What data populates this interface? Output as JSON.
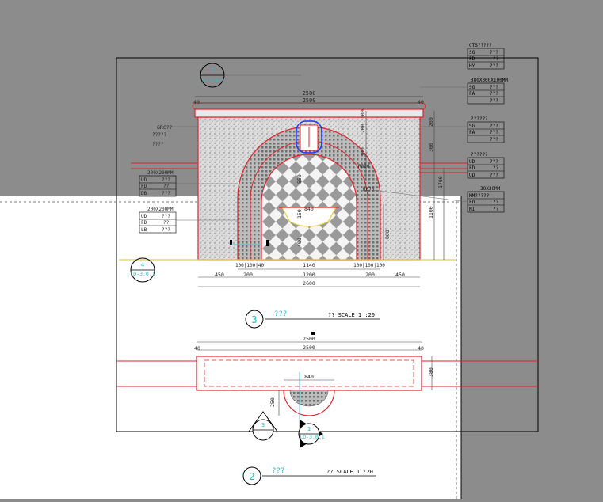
{
  "colors": {
    "background": "#8c8c8c",
    "paper": "#ffffff",
    "frame": "#000000",
    "outline": "#e0242a",
    "dimension": "#444444",
    "cyan_text": "#19c3cc",
    "blue_marker": "#1a3cff",
    "yellow": "#e8d23a"
  },
  "callout_top": {
    "number": "3",
    "ref": "LD-3.0.1"
  },
  "callout_left": {
    "number": "4",
    "ref": "LD-3.0.1"
  },
  "section_mark_left": {
    "number": "3",
    "ref": ""
  },
  "section_mark_right": {
    "number": "1",
    "ref": "LD-3.0.1"
  },
  "elevation": {
    "dim_top_total": "2500",
    "dim_top_inner": "2500",
    "dim_side_left": "40",
    "dim_side_right": "40",
    "dim_heights": [
      "100",
      "200",
      "100",
      "300",
      "100"
    ],
    "dim_right_stack": [
      "200",
      "100",
      "300",
      "1700",
      "1100"
    ],
    "dim_arch_labels": {
      "r800": "R800",
      "r670": "R670",
      "d550": "550",
      "d840": "840",
      "d150": "150",
      "d400": "400",
      "d800": "800"
    },
    "bottom_row1": [
      "100",
      "100",
      "40",
      "1140",
      "100",
      "100",
      "100"
    ],
    "bottom_row1_labels": {
      "left": "100|100|40",
      "mid": "1140",
      "right": "100|100|100"
    },
    "bottom_row2": [
      "450",
      "200",
      "1200",
      "200",
      "450"
    ],
    "bottom_total": "2600",
    "title_number": "3",
    "title_text": "???",
    "scale_text": "?? SCALE 1 :20"
  },
  "left_labels": {
    "grc": "GRC??",
    "grc_sub": "?????",
    "grc_sub2": "????",
    "table1_header": "200X200MM",
    "table1_rows": [
      [
        "UD",
        "???"
      ],
      [
        "FD",
        "??"
      ],
      [
        "DB",
        "???"
      ]
    ],
    "table2_header": "200X200MM",
    "table2_rows": [
      [
        "UD",
        "???"
      ],
      [
        "FD",
        "??"
      ],
      [
        "LB",
        "???"
      ]
    ]
  },
  "right_labels": {
    "t1_header": "CTS?????",
    "t1_rows": [
      [
        "SG",
        "???"
      ],
      [
        "FD",
        "??"
      ],
      [
        "HY",
        "???"
      ]
    ],
    "t2_header": "380X300X100MM",
    "t2_rows": [
      [
        "SG",
        "???"
      ],
      [
        "FA",
        "???"
      ],
      [
        "",
        "???"
      ]
    ],
    "t3_header": "??????",
    "t3_rows": [
      [
        "SG",
        "???"
      ],
      [
        "FA",
        "???"
      ],
      [
        "",
        "???"
      ]
    ],
    "t4_header": "??????",
    "t4_rows": [
      [
        "UD",
        "???"
      ],
      [
        "FD",
        "??"
      ],
      [
        "UD",
        "???"
      ]
    ],
    "t5_header": "30X30MM",
    "t5_rows": [
      [
        "MM?????",
        ""
      ],
      [
        "FD",
        "??"
      ],
      [
        "MI",
        "??"
      ]
    ]
  },
  "plan": {
    "dim_total": "2500",
    "dim_top": "2500",
    "dim_left": "40",
    "dim_right": "40",
    "dim_depth": "380",
    "dim_basin": "840",
    "dim_basin_depth": "250",
    "title_number": "2",
    "title_text": "???",
    "scale_text": "?? SCALE 1 :20"
  }
}
